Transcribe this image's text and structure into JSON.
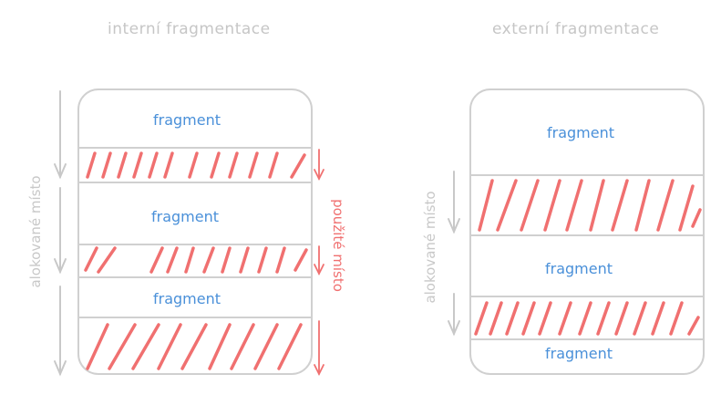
{
  "left": {
    "title": "interní fragmentace",
    "fragments": [
      "fragment",
      "fragment",
      "fragment"
    ],
    "allocated_label": "alokované místo",
    "used_label": "použité místo"
  },
  "right": {
    "title": "externí fragmentace",
    "fragments": [
      "fragment",
      "fragment",
      "fragment"
    ],
    "allocated_label": "alokované místo"
  },
  "colors": {
    "outline": "#d0d0d0",
    "arrow": "#c8c8c8",
    "hatch": "#f07070",
    "fragment_text": "#4a90d9",
    "title_text": "#c6c6c6",
    "used_label": "#f07070"
  }
}
